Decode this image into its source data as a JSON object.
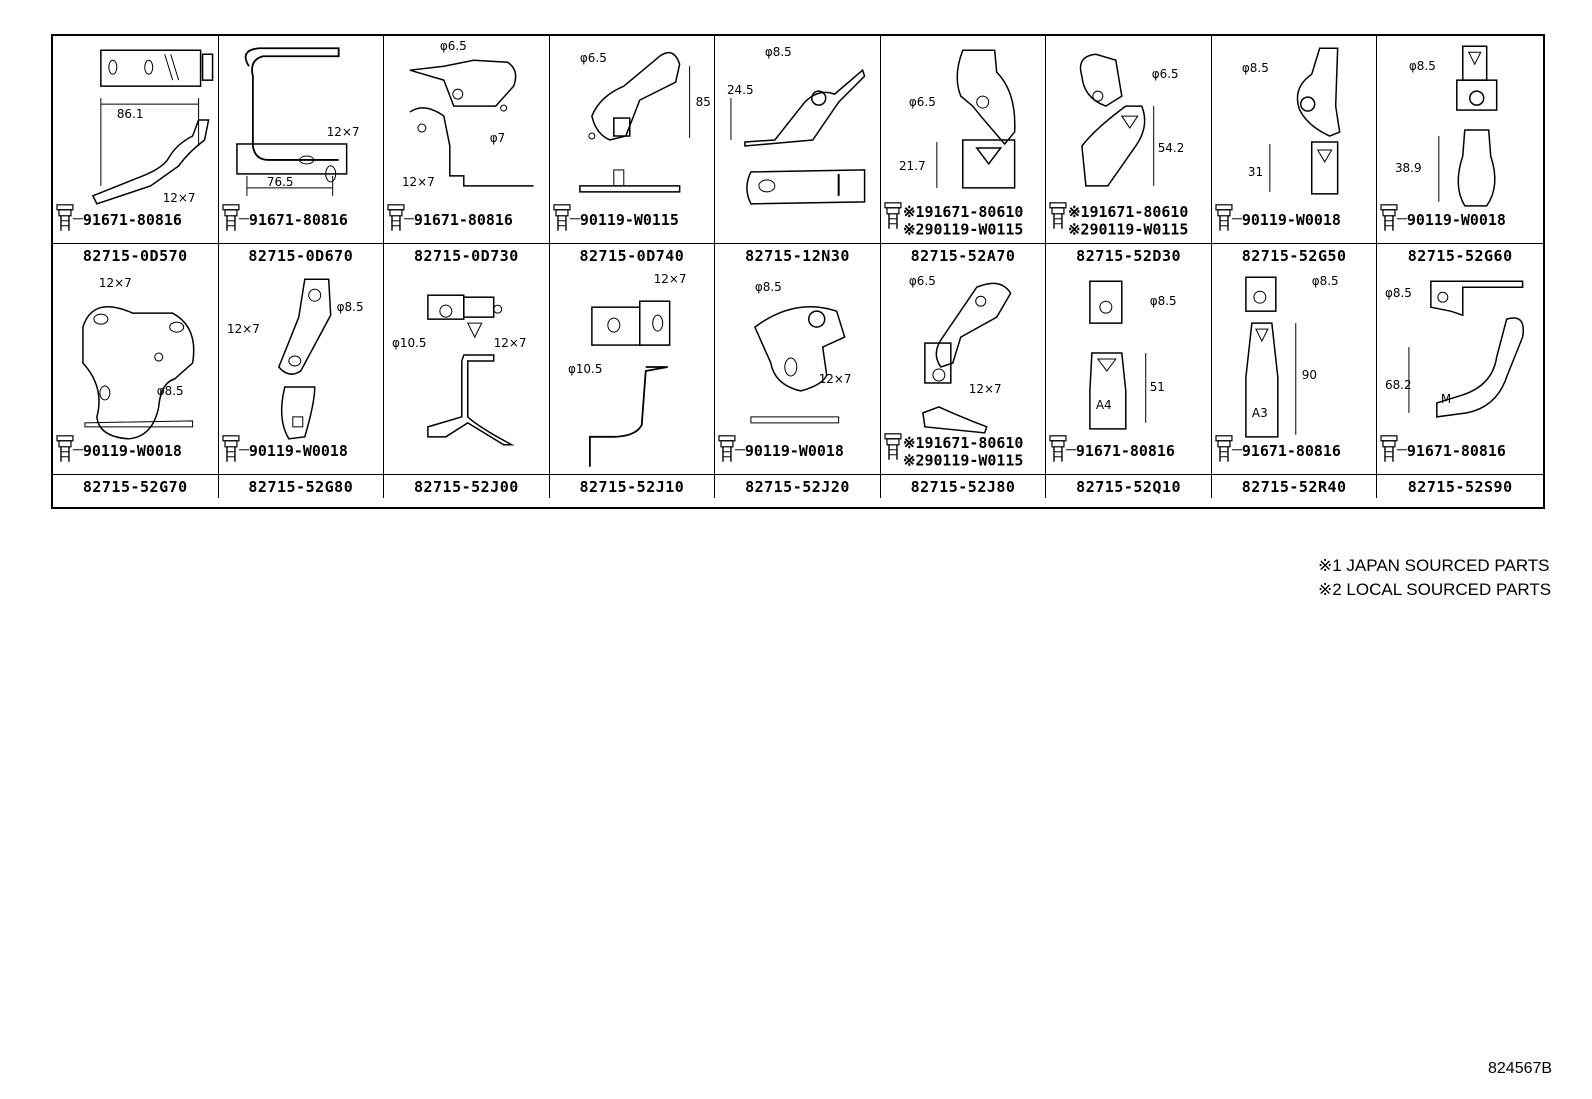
{
  "parts": [
    {
      "part_no": "82715-0D570",
      "bolt": [
        "91671-80816"
      ],
      "dims": [
        "86.1",
        "12×7"
      ]
    },
    {
      "part_no": "82715-0D670",
      "bolt": [
        "91671-80816"
      ],
      "dims": [
        "12×7",
        "76.5"
      ]
    },
    {
      "part_no": "82715-0D730",
      "bolt": [
        "91671-80816"
      ],
      "dims": [
        "φ6.5",
        "φ7",
        "12×7"
      ]
    },
    {
      "part_no": "82715-0D740",
      "bolt": [
        "90119-W0115"
      ],
      "dims": [
        "φ6.5",
        "85"
      ]
    },
    {
      "part_no": "82715-12N30",
      "bolt": [],
      "dims": [
        "φ8.5",
        "24.5"
      ]
    },
    {
      "part_no": "82715-52A70",
      "bolt": [
        "※191671-80610",
        "※290119-W0115"
      ],
      "dims": [
        "φ6.5",
        "21.7"
      ]
    },
    {
      "part_no": "82715-52D30",
      "bolt": [
        "※191671-80610",
        "※290119-W0115"
      ],
      "dims": [
        "φ6.5",
        "54.2"
      ]
    },
    {
      "part_no": "82715-52G50",
      "bolt": [
        "90119-W0018"
      ],
      "dims": [
        "φ8.5",
        "31"
      ]
    },
    {
      "part_no": "82715-52G60",
      "bolt": [
        "90119-W0018"
      ],
      "dims": [
        "φ8.5",
        "38.9"
      ]
    },
    {
      "part_no": "82715-52G70",
      "bolt": [
        "90119-W0018"
      ],
      "dims": [
        "12×7",
        "φ8.5"
      ]
    },
    {
      "part_no": "82715-52G80",
      "bolt": [
        "90119-W0018"
      ],
      "dims": [
        "12×7",
        "φ8.5"
      ]
    },
    {
      "part_no": "82715-52J00",
      "bolt": [],
      "dims": [
        "φ10.5",
        "12×7"
      ]
    },
    {
      "part_no": "82715-52J10",
      "bolt": [],
      "dims": [
        "12×7",
        "φ10.5"
      ]
    },
    {
      "part_no": "82715-52J20",
      "bolt": [
        "90119-W0018"
      ],
      "dims": [
        "φ8.5",
        "12×7"
      ]
    },
    {
      "part_no": "82715-52J80",
      "bolt": [
        "※191671-80610",
        "※290119-W0115"
      ],
      "dims": [
        "φ6.5",
        "12×7"
      ]
    },
    {
      "part_no": "82715-52Q10",
      "bolt": [
        "91671-80816"
      ],
      "dims": [
        "φ8.5",
        "51",
        "A4"
      ]
    },
    {
      "part_no": "82715-52R40",
      "bolt": [
        "91671-80816"
      ],
      "dims": [
        "φ8.5",
        "90",
        "A3"
      ]
    },
    {
      "part_no": "82715-52S90",
      "bolt": [
        "91671-80816"
      ],
      "dims": [
        "φ8.5",
        "68.2",
        "M"
      ]
    }
  ],
  "legend": [
    "※1 JAPAN SOURCED PARTS",
    "※2 LOCAL SOURCED PARTS"
  ],
  "ref_code": "824567B",
  "icons": {
    "bolt": "bolt-icon"
  }
}
